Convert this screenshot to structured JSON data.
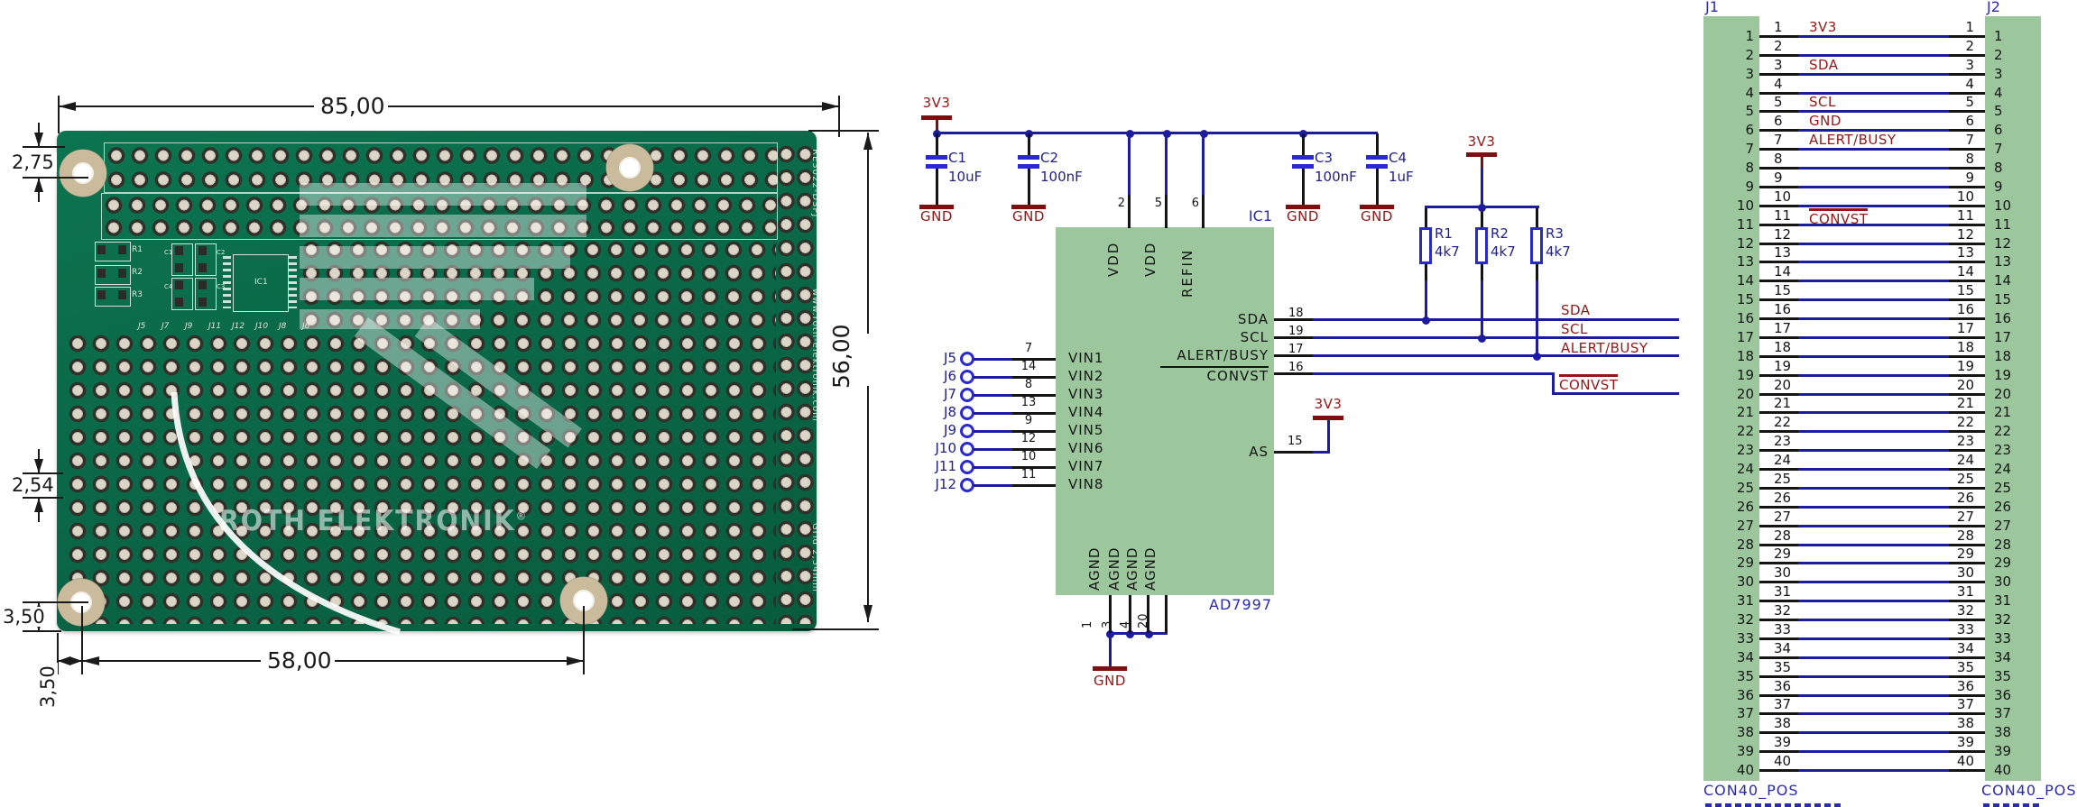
{
  "pcb": {
    "dimensions": {
      "top_width": "85,00",
      "right_height": "56,00",
      "hole_top_offset": "2,75",
      "grid_pitch": "2,54",
      "hole_bottom_offset": "3,50",
      "hole_left_offset": "3,50",
      "hole_span": "58,00"
    },
    "silkscreen": {
      "edge_texts": [
        "RE3022-DSPJ",
        "www.roth-elektronik.com",
        "Grid 2,54mm"
      ],
      "watermark_text": "ROTH ELEKTRONIK",
      "watermark_reg": "®",
      "resistor_refs": [
        "R1",
        "R2",
        "R3"
      ],
      "cap_refs": [
        "C1",
        "C2",
        "C4",
        "C3"
      ],
      "ic_ref": "IC1",
      "jumper_labels": [
        "J5",
        "J7",
        "J9",
        "J11",
        "J12",
        "J10",
        "J8",
        "J6"
      ]
    }
  },
  "schematic": {
    "power_rail": "3V3",
    "ground_net": "GND",
    "ic": {
      "ref": "IC1",
      "part": "AD7997",
      "top_pins": [
        {
          "num": "2",
          "name": "VDD"
        },
        {
          "num": "5",
          "name": "VDD"
        },
        {
          "num": "6",
          "name": "REFIN"
        }
      ],
      "left_pins": [
        {
          "jumper": "J5",
          "num": "7",
          "name": "VIN1"
        },
        {
          "jumper": "J6",
          "num": "14",
          "name": "VIN2"
        },
        {
          "jumper": "J7",
          "num": "8",
          "name": "VIN3"
        },
        {
          "jumper": "J8",
          "num": "13",
          "name": "VIN4"
        },
        {
          "jumper": "J9",
          "num": "9",
          "name": "VIN5"
        },
        {
          "jumper": "J10",
          "num": "12",
          "name": "VIN6"
        },
        {
          "jumper": "J11",
          "num": "10",
          "name": "VIN7"
        },
        {
          "jumper": "J12",
          "num": "11",
          "name": "VIN8"
        }
      ],
      "right_pins": [
        {
          "num": "18",
          "name": "SDA",
          "net": "SDA"
        },
        {
          "num": "19",
          "name": "SCL",
          "net": "SCL"
        },
        {
          "num": "17",
          "name": "ALERT/BUSY",
          "net": "ALERT/BUSY"
        },
        {
          "num": "16",
          "name": "CONVST",
          "net": "CONVST",
          "overline": true
        }
      ],
      "select_pin": {
        "num": "15",
        "name": "AS"
      },
      "bottom_pins": [
        {
          "num": "1",
          "name": "AGND"
        },
        {
          "num": "3",
          "name": "AGND"
        },
        {
          "num": "4",
          "name": "AGND"
        },
        {
          "num": "20",
          "name": "AGND"
        }
      ]
    },
    "decoupling_caps": [
      {
        "ref": "C1",
        "value": "10uF"
      },
      {
        "ref": "C2",
        "value": "100nF"
      },
      {
        "ref": "C3",
        "value": "100nF"
      },
      {
        "ref": "C4",
        "value": "1uF"
      }
    ],
    "pullup_resistors": [
      {
        "ref": "R1",
        "value": "4k7"
      },
      {
        "ref": "R2",
        "value": "4k7"
      },
      {
        "ref": "R3",
        "value": "4k7"
      }
    ]
  },
  "connectors": {
    "j1": {
      "ref": "J1",
      "part": "CON40_POS"
    },
    "j2": {
      "ref": "J2",
      "part": "CON40_POS"
    },
    "pin_count": 40,
    "net_labels": [
      {
        "pin": 1,
        "net": "3V3"
      },
      {
        "pin": 3,
        "net": "SDA"
      },
      {
        "pin": 5,
        "net": "SCL"
      },
      {
        "pin": 6,
        "net": "GND"
      },
      {
        "pin": 7,
        "net": "ALERT/BUSY"
      },
      {
        "pin": 11,
        "net": "CONVST",
        "overline": true
      }
    ]
  },
  "colors": {
    "wire": "#1c1c9c",
    "component": "#2929cf",
    "label_blue": "#20208c",
    "ref_blue": "#2b2bb0",
    "net_red": "#961616",
    "power_red": "#7c1010",
    "ic_fill": "#9cc79d",
    "pcb_green": "#0a6848",
    "pad_ring": "#30302a",
    "pad_dome": "#dcd6c9",
    "hole_ring": "#cabb9c",
    "dim_black": "#1a1a1a"
  }
}
